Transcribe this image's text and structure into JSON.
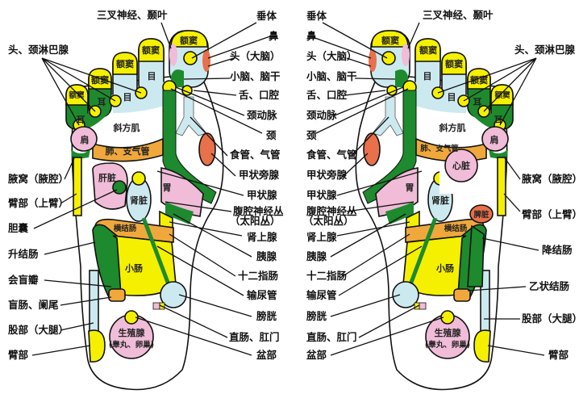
{
  "colors": {
    "light_blue": "#cde9f0",
    "yellow": "#f5f000",
    "green": "#1d8a2e",
    "pink": "#f0bcd8",
    "orange": "#f0a83c",
    "red_orange": "#e8704a"
  },
  "left_foot": {
    "labels_left": [
      "头、颈淋巴腺",
      "腋窝（腋腔）",
      "臂部（上臂）",
      "胆囊",
      "升结肠",
      "会盲瓣",
      "盲肠、阑尾",
      "股部（大腿）",
      "臂部"
    ],
    "label_top": "三叉神经、颞叶",
    "labels_right": [
      "垂体",
      "鼻",
      "头（大脑）",
      "小脑、脑干",
      "舌、口腔",
      "颈动脉",
      "颈",
      "食管、气管",
      "甲状旁腺",
      "甲状腺",
      "腹腔神经丛",
      "（太阳丛）",
      "肾上腺",
      "胰腺",
      "十二指肠",
      "输尿管",
      "膀胱",
      "直肠、肛门",
      "盆部"
    ],
    "regions": {
      "sinus": "额窦",
      "eye": "目",
      "ear": "耳",
      "trapezius": "斜方肌",
      "shoulder": "肩",
      "lung": "肺、支气管",
      "liver": "肝脏",
      "kidney": "肾脏",
      "stomach": "胃",
      "transverse_colon": "横结肠",
      "small_intestine": "小肠",
      "gonad": "生殖腺",
      "gonad_note": "(睾丸、卵巢)"
    }
  },
  "right_foot": {
    "labels_left": [
      "垂体",
      "鼻",
      "头（大脑）",
      "小脑、脑干",
      "舌、口腔",
      "颈动脉",
      "颈",
      "食管、气管",
      "甲状旁腺",
      "甲状腺",
      "腹腔神经丛",
      "（太阳丛）",
      "肾上腺",
      "胰腺",
      "十二指肠",
      "输尿管",
      "膀胱",
      "直肠、肛门",
      "盆部"
    ],
    "label_top": "三叉神经、颞叶",
    "labels_right": [
      "头、颈淋巴腺",
      "腋窝（腋腔）",
      "臂部（上臂）",
      "降结肠",
      "乙状结肠",
      "股部（大腿）",
      "臂部"
    ],
    "regions": {
      "sinus": "额窦",
      "eye": "目",
      "ear": "耳",
      "trapezius": "斜方肌",
      "shoulder": "肩",
      "lung": "肺、支气管",
      "heart": "心脏",
      "kidney": "肾脏",
      "stomach": "胃",
      "spleen": "脾脏",
      "transverse_colon": "横结肠",
      "small_intestine": "小肠",
      "gonad": "生殖腺",
      "gonad_note": "(睾丸、卵巢)"
    }
  }
}
